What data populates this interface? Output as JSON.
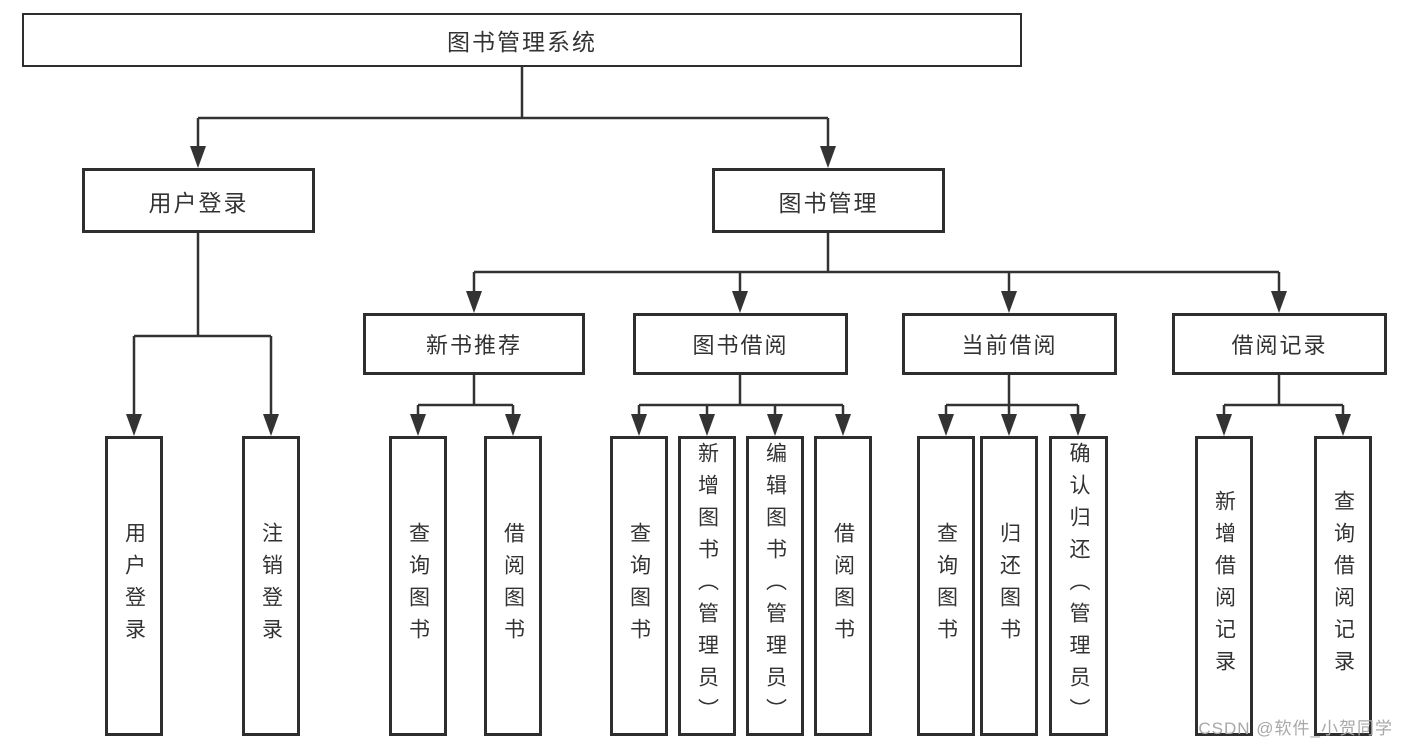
{
  "diagram_title": "图书管理系统",
  "nodes": {
    "root": {
      "label": "图书管理系统"
    },
    "user_login": {
      "label": "用户登录"
    },
    "book_mgmt": {
      "label": "图书管理"
    },
    "new_book_rec": {
      "label": "新书推荐"
    },
    "book_borrow": {
      "label": "图书借阅"
    },
    "current_borrow": {
      "label": "当前借阅"
    },
    "borrow_records": {
      "label": "借阅记录"
    },
    "leaf_user_login": {
      "label": "用户登录"
    },
    "leaf_logout": {
      "label": "注销登录"
    },
    "leaf_query_book_1": {
      "label": "查询图书"
    },
    "leaf_borrow_book_1": {
      "label": "借阅图书"
    },
    "leaf_query_book_2": {
      "label": "查询图书"
    },
    "leaf_add_book": {
      "label": "新增图书（管理员）"
    },
    "leaf_edit_book": {
      "label": "编辑图书（管理员）"
    },
    "leaf_borrow_book_2": {
      "label": "借阅图书"
    },
    "leaf_query_book_3": {
      "label": "查询图书"
    },
    "leaf_return_book": {
      "label": "归还图书"
    },
    "leaf_confirm_return": {
      "label": "确认归还（管理员）"
    },
    "leaf_add_record": {
      "label": "新增借阅记录"
    },
    "leaf_query_record": {
      "label": "查询借阅记录"
    }
  },
  "watermark": "CSDN @软件_小贺同学",
  "colors": {
    "border": "#2e2e2e",
    "line": "#333333",
    "text": "#333333",
    "watermark": "#a8a8a8",
    "background": "#ffffff"
  }
}
